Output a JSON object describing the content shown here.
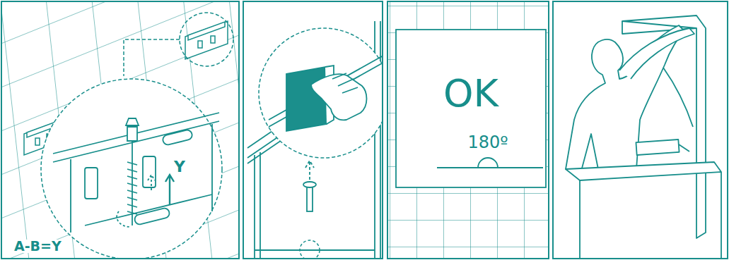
{
  "diagram": {
    "labels": [
      "A-B=Y",
      "Y",
      "OK",
      "180º"
    ]
  }
}
